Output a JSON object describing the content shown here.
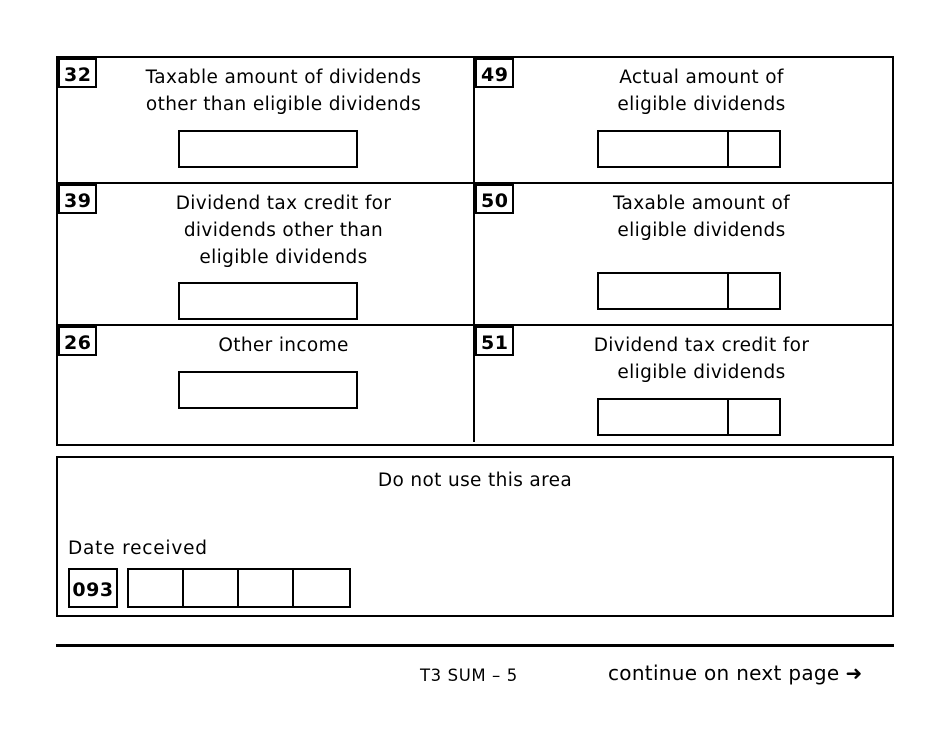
{
  "document": {
    "form_code": "T3 SUM – 5",
    "continue_text": "continue on next page",
    "arrow_glyph": "➜"
  },
  "boxes": [
    {
      "number": "32",
      "label": "Taxable amount of dividends\nother than eligible dividends",
      "entry_type": "plain",
      "side": "left"
    },
    {
      "number": "49",
      "label": "Actual amount of\neligible dividends",
      "entry_type": "split",
      "side": "right"
    },
    {
      "number": "39",
      "label": "Dividend tax credit for\ndividends other than\neligible dividends",
      "entry_type": "plain",
      "side": "left"
    },
    {
      "number": "50",
      "label": "Taxable amount of\neligible dividends",
      "entry_type": "split",
      "side": "right"
    },
    {
      "number": "26",
      "label": "Other income",
      "entry_type": "plain",
      "side": "left"
    },
    {
      "number": "51",
      "label": "Dividend tax credit for\neligible dividends",
      "entry_type": "split",
      "side": "right"
    }
  ],
  "do_not_use_panel": {
    "title": "Do not use this area",
    "date_received_label": "Date received",
    "date_code": "093",
    "date_cells": [
      "",
      "",
      "",
      ""
    ]
  },
  "colors": {
    "ink": "#000000",
    "paper": "#ffffff"
  }
}
